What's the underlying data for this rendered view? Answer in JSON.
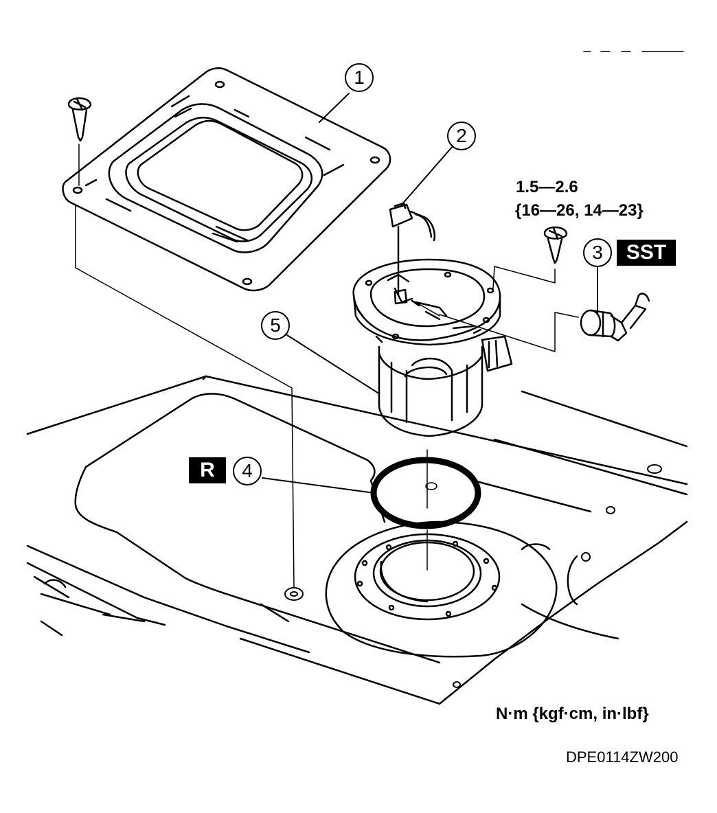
{
  "callouts": {
    "c1": "1",
    "c2": "2",
    "c3": "3",
    "c4": "4",
    "c5": "5"
  },
  "tags": {
    "sst": "SST",
    "r": "R"
  },
  "torque": {
    "line1": "1.5—2.6",
    "line2": "{16—26, 14—23}"
  },
  "units_note": "N·m {kgf·cm, in·lbf}",
  "figure_code": "DPE0114ZW200",
  "colors": {
    "ink": "#000000",
    "paper": "#ffffff"
  }
}
